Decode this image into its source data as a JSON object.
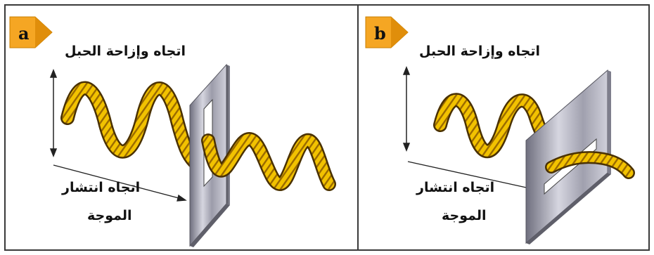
{
  "panels": [
    {
      "id": "a",
      "badge": "a",
      "displacement_label": "اتجاه وإزاحة الحبل",
      "propagation_line1": "اتجاه انتشار",
      "propagation_line2": "الموجة"
    },
    {
      "id": "b",
      "badge": "b",
      "displacement_label": "اتجاه وإزاحة الحبل",
      "propagation_line1": "اتجاه انتشار",
      "propagation_line2": "الموجة"
    }
  ],
  "colors": {
    "rope": "#F2C200",
    "rope_outline": "#4A3100",
    "plate_light": "#C8C8D4",
    "plate_dark": "#7E7E8C",
    "badge": "#F5A623"
  }
}
